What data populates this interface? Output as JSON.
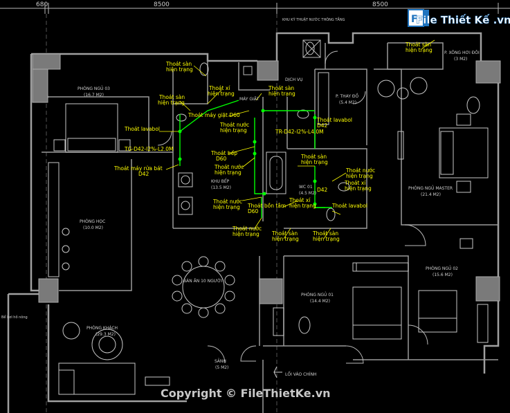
{
  "dimensions": {
    "top_left": "680",
    "top_mid": "8500",
    "top_right": "8500"
  },
  "logo": {
    "brand": "File Thiết Kế .vn",
    "copyright": "Copyright © FileThietKe.vn"
  },
  "rooms": {
    "ngu03": "PHÒNG NGỦ 03",
    "ngu03_area": "(16.7 M2)",
    "hoc": "PHÒNG HỌC",
    "hoc_area": "(10.0 M2)",
    "bep": "KHU BẾP",
    "bep_area": "(13.5 M2)",
    "master": "PHÒNG NGỦ MASTER",
    "master_area": "(21.4 M2)",
    "ngu02": "PHÒNG NGỦ 02",
    "ngu02_area": "(15.6 M2)",
    "ngu01": "PHÒNG NGỦ 01",
    "ngu01_area": "(14.4 M2)",
    "khach": "PHÒNG KHÁCH",
    "khach_area": "(29.3 M2)",
    "sanh": "SẢNH",
    "sanh_area": "(5 M2)",
    "ban_an": "BÀN ĂN 10 NGƯỜI",
    "thay_do": "P. THAY ĐỒ",
    "thay_do_area": "(5.4 M2)",
    "xong_hoi": "P. XÔNG HƠI ĐÔI",
    "xong_hoi_area": "(3 M2)",
    "wc01": "WC 01",
    "wc01_area": "(4.5 M2)",
    "dich_vu": "DỊCH VỤ",
    "may_giat": "MÁY GIẶT",
    "loi_vao": "LỐI VÀO CHÍNH",
    "khu_ky_thuat": "KHU KỸ THUẬT NƯỚC THÔNG TẦNG",
    "bo_dieu_hoa": "Bể bơi\nhồ nông"
  },
  "annotations": {
    "a1": "Thoát sàn",
    "a1b": "hiện trạng",
    "a2": "Thoát xí",
    "a2b": "hiện trạng",
    "a3": "Thoát sàn",
    "a3b": "hiện trạng",
    "a4": "Thoát máy giặt D60",
    "a5": "Thoát lavabol",
    "a6": "TG-D42-I2%-L2.0M",
    "a7": "Thoát máy rửa bát",
    "a7b": "D42",
    "a8": "Thoát bếp",
    "a8b": "D60",
    "a9": "Thoát nước",
    "a9b": "hiện trạng",
    "a10": "Thoát nước",
    "a10b": "hiện trạng",
    "a11": "Thoát sàn",
    "a11b": "hiện trạng",
    "a12": "Thoát nước",
    "a12b": "hiện trạng",
    "a13": "Thoát lavabol",
    "a13b": "D42",
    "a14": "TR-D42-I2%-L4.0M",
    "a15": "Thoát sàn",
    "a15b": "hiện trạng",
    "a16": "Thoát nước",
    "a16b": "hiện trạng",
    "a17": "Thoát xí",
    "a17b": "hiện trạng",
    "a18": "D42",
    "a19": "Thoát bồn tắm",
    "a19b": "D60",
    "a20": "Thoát xí",
    "a20b": "hiện trạng",
    "a21": "Thoát lavabol",
    "a22": "Thoát nước",
    "a22b": "hiện trạng",
    "a23": "Thoát sàn",
    "a23b": "hiện trạng",
    "a24": "Thoát sàn",
    "a24b": "hiện trạng",
    "a25": "Thoát sàn",
    "a25b": "hiện trạng"
  },
  "colors": {
    "wall": "#9a9a9a",
    "line": "#cfcfcf",
    "annotation": "#ffff00",
    "pipe": "#00ff00",
    "column": "#808080",
    "logo_blue": "#1e73be"
  }
}
